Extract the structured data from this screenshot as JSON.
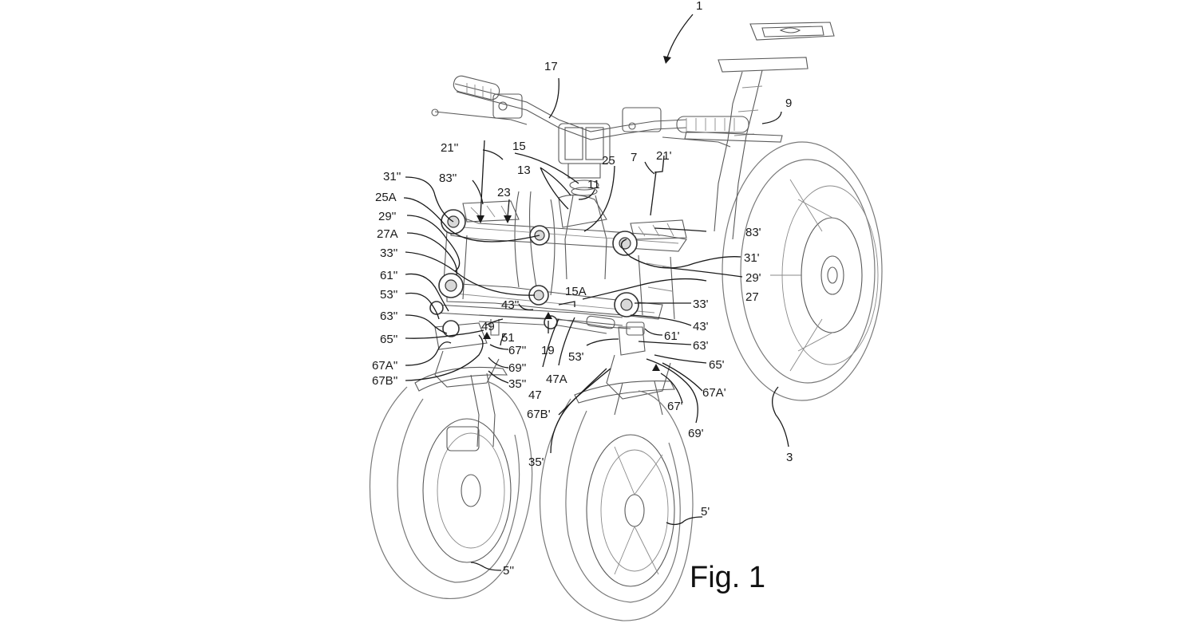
{
  "figure": {
    "caption": "Fig. 1",
    "subject": "three-wheeled tilting motor vehicle front suspension assembly",
    "colors": {
      "ink": "#1a1a1a",
      "line": "#5a5a5a",
      "background": "#ffffff"
    }
  },
  "labels": {
    "l1": "1",
    "l3": "3",
    "l5p": "5'",
    "l5pp": "5''",
    "l7": "7",
    "l9": "9",
    "l11": "11",
    "l13": "13",
    "l15": "15",
    "l15A": "15A",
    "l17": "17",
    "l19": "19",
    "l21p": "21'",
    "l21pp": "21''",
    "l23": "23",
    "l25": "25",
    "l25A": "25A",
    "l27": "27",
    "l27A": "27A",
    "l29p": "29'",
    "l29pp": "29''",
    "l31p": "31'",
    "l31pp": "31''",
    "l33p": "33'",
    "l33pp": "33''",
    "l35p": "35'",
    "l35pp": "35''",
    "l43p": "43'",
    "l43pp": "43''",
    "l47": "47",
    "l47A": "47A",
    "l49": "49",
    "l51": "51",
    "l53p": "53'",
    "l53pp": "53''",
    "l61p": "61'",
    "l61pp": "61''",
    "l63p": "63'",
    "l63pp": "63''",
    "l65p": "65'",
    "l65pp": "65''",
    "l67p": "67'",
    "l67pp": "67''",
    "l67Ap": "67A'",
    "l67App": "67A''",
    "l67Bp": "67B'",
    "l67Bpp": "67B''",
    "l69p": "69'",
    "l69pp": "69''",
    "l83p": "83'",
    "l83pp": "83''"
  }
}
